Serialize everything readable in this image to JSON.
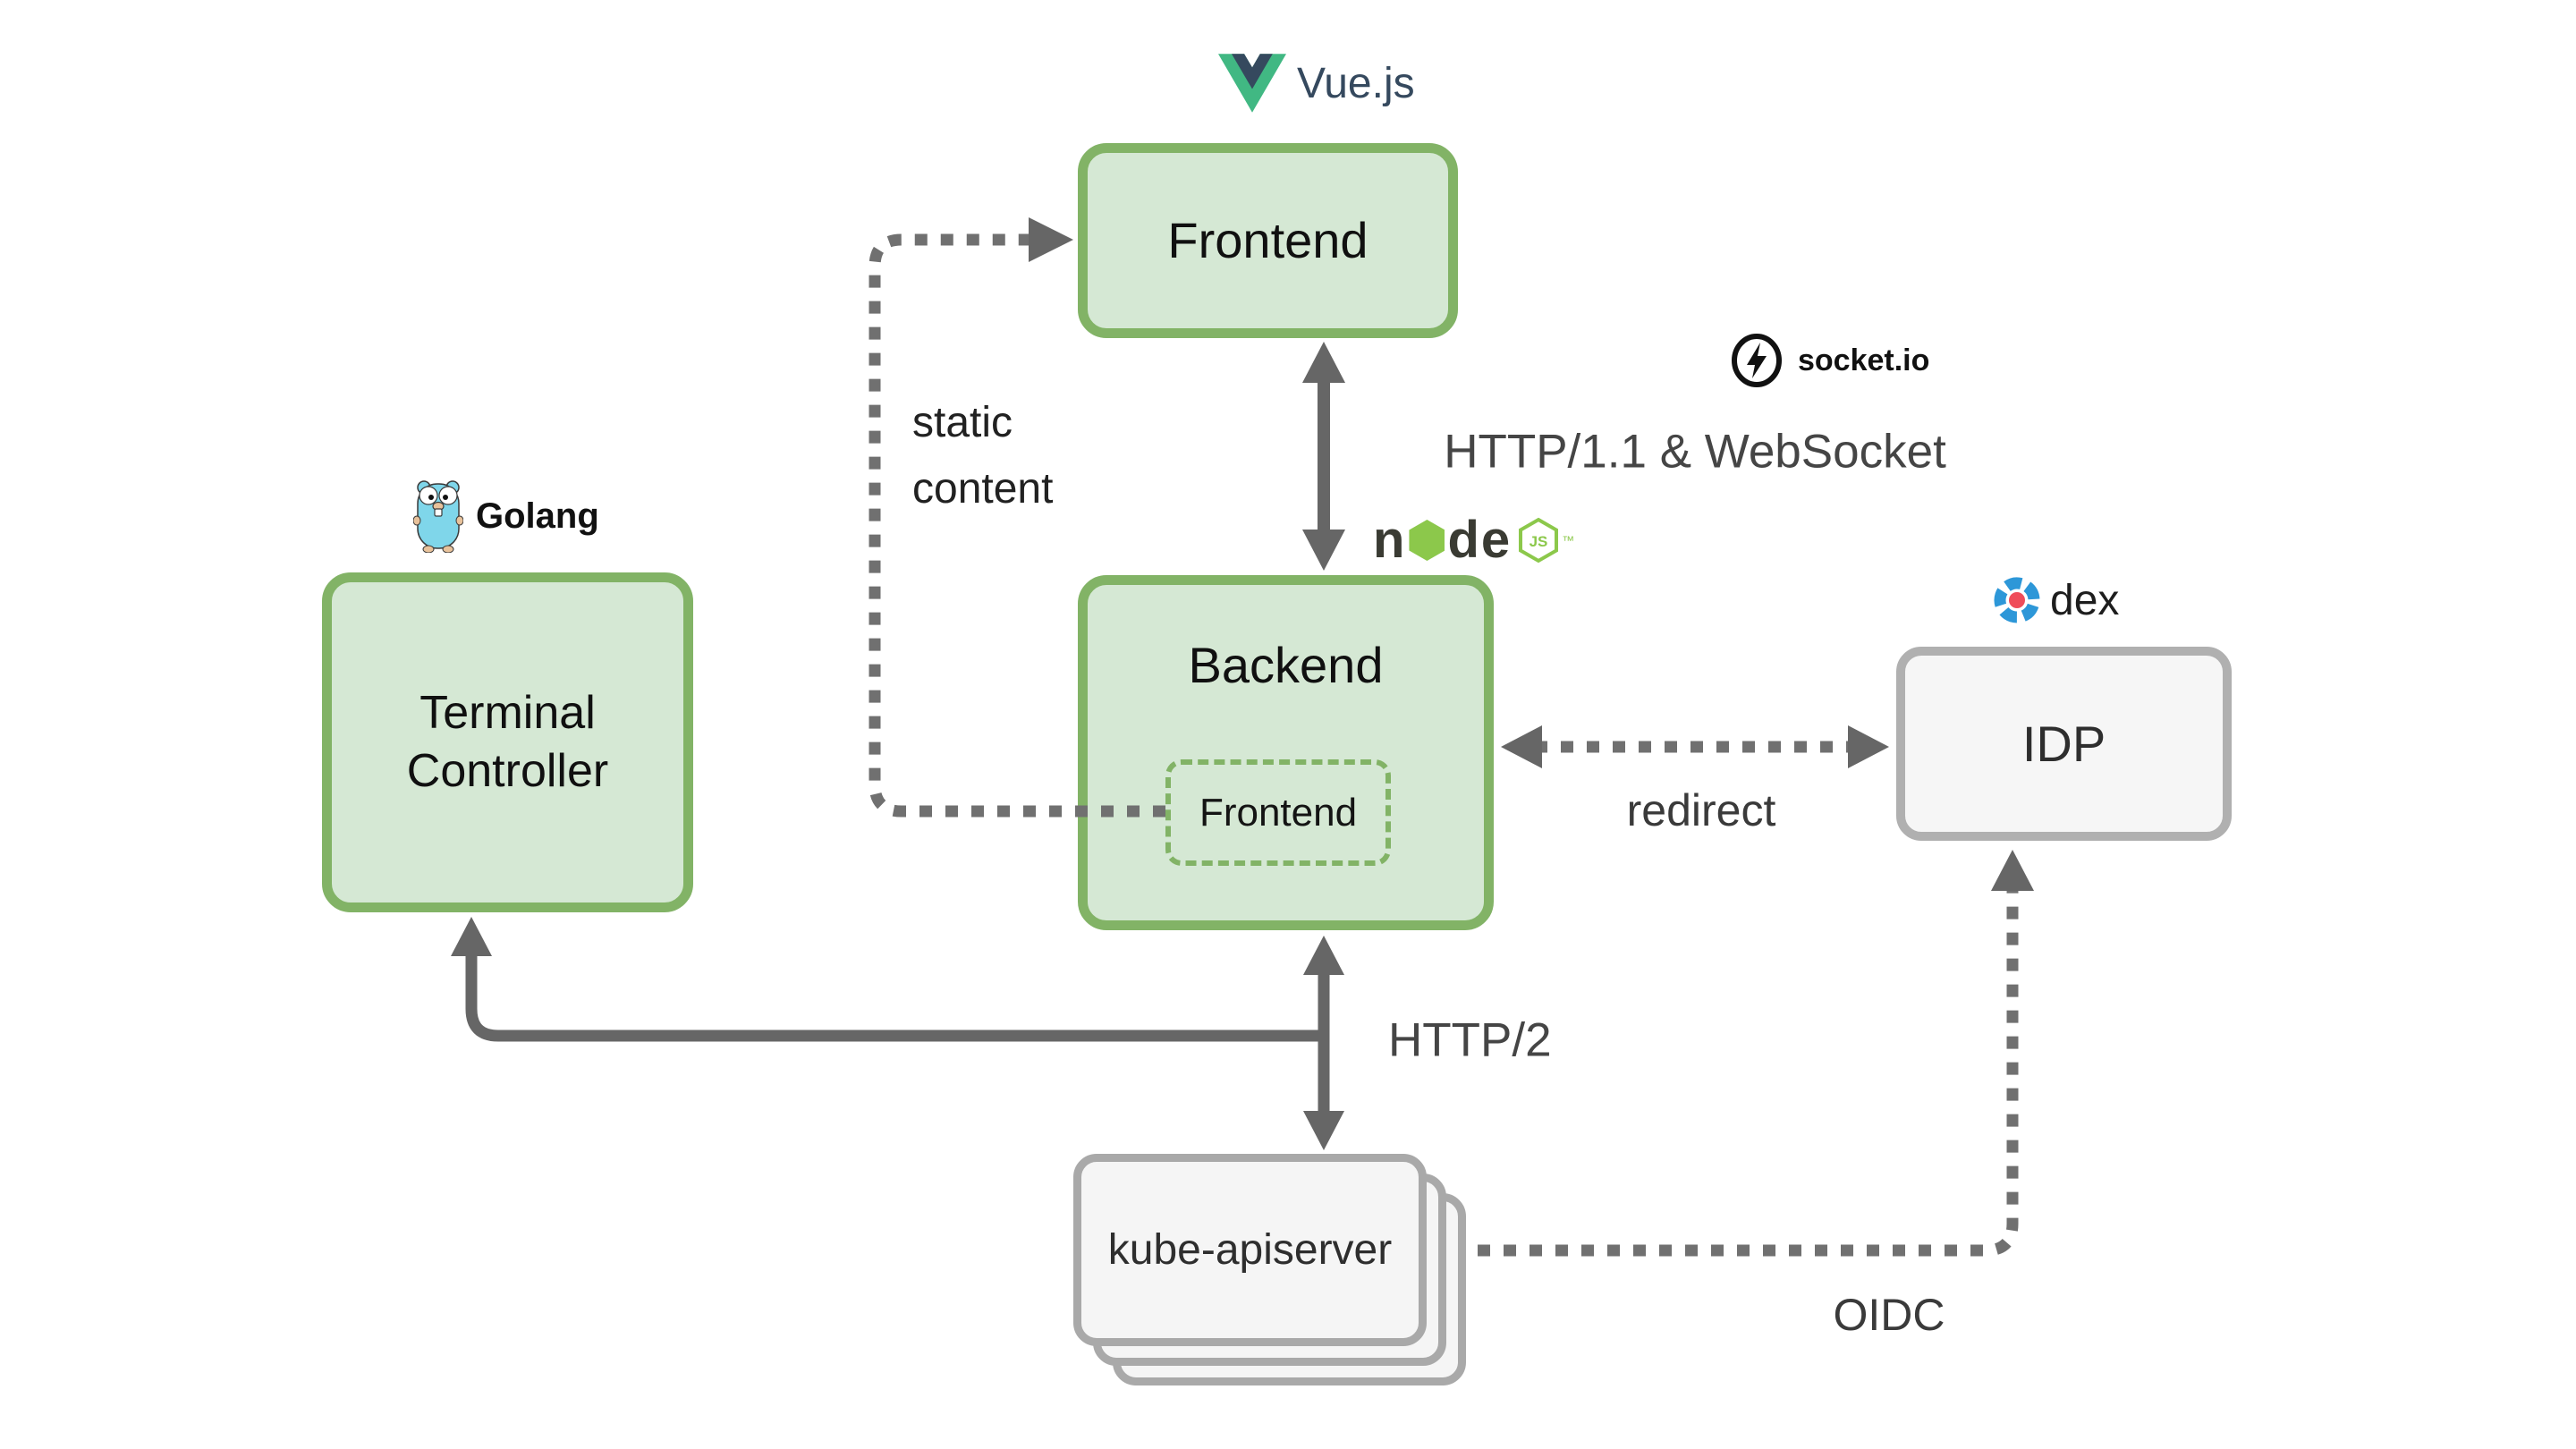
{
  "diagram": {
    "nodes": {
      "frontend": {
        "label": "Frontend"
      },
      "backend": {
        "label": "Backend"
      },
      "backend_embedded_frontend": {
        "label": "Frontend"
      },
      "terminal_controller": {
        "label": "Terminal Controller"
      },
      "idp": {
        "label": "IDP"
      },
      "kube_apiserver": {
        "label": "kube-apiserver"
      }
    },
    "edge_labels": {
      "static_content": "static\ncontent",
      "http_websocket": "HTTP/1.1 & WebSocket",
      "http2": "HTTP/2",
      "redirect": "redirect",
      "oidc": "OIDC"
    },
    "logos": {
      "vue": "Vue.js",
      "socketio": "socket.io",
      "nodejs_left": "n",
      "nodejs_right": "de",
      "nodejs_js": "JS",
      "nodejs_tm": "™",
      "golang": "Golang",
      "dex": "dex"
    },
    "colors": {
      "green_fill": "#d5e8d4",
      "green_stroke": "#82b366",
      "gray_fill": "#f5f5f5",
      "gray_stroke": "#b0b0b0",
      "arrow_gray": "#666666",
      "vue_green": "#41b883",
      "vue_navy": "#35495e",
      "nodejs_green": "#8cc84b",
      "nodejs_dark": "#3a3b33",
      "golang_blue": "#7fd6ea",
      "dex_blue": "#2d97d8",
      "dex_red": "#ef4d5a"
    }
  }
}
